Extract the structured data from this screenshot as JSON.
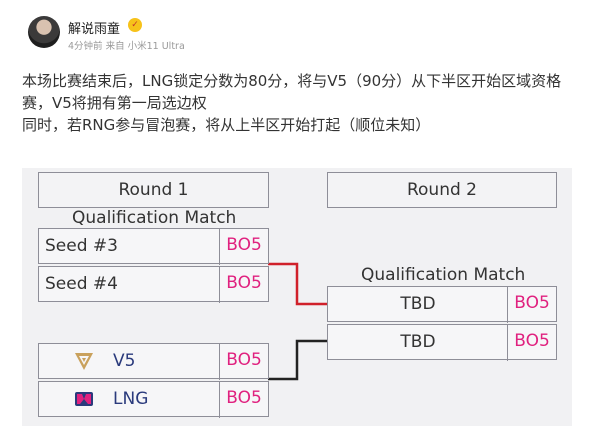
{
  "post": {
    "author": "解说雨童",
    "badge": "✓",
    "time": "4分钟前",
    "source_prefix": "来自",
    "device": "小米11 Ultra",
    "lines": [
      "本场比赛结束后，LNG锁定分数为80分，将与V5（90分）从下半区开始区域资格",
      "赛，V5将拥有第一局选边权",
      "同时，若RNG参与冒泡赛，将从上半区开始打起（顺位未知）"
    ]
  },
  "bracket": {
    "round1_title": "Round 1",
    "round2_title": "Round 2",
    "qualification_label": "Qualification Match",
    "qualification_label_right": "Qualification Match",
    "match1": {
      "teams": [
        "Seed #3",
        "Seed #4"
      ],
      "format": "BO5"
    },
    "match2": {
      "teams": [
        "V5",
        "LNG"
      ],
      "format": "BO5",
      "logos": [
        "v5-logo-icon",
        "lng-logo-icon"
      ]
    },
    "match3": {
      "teams": [
        "TBD",
        "TBD"
      ],
      "format": "BO5"
    },
    "colors": {
      "winner_line": "#d0202a",
      "loser_line": "#222222",
      "format_text": "#e0217f",
      "team_text": "#2a3a7c"
    }
  }
}
